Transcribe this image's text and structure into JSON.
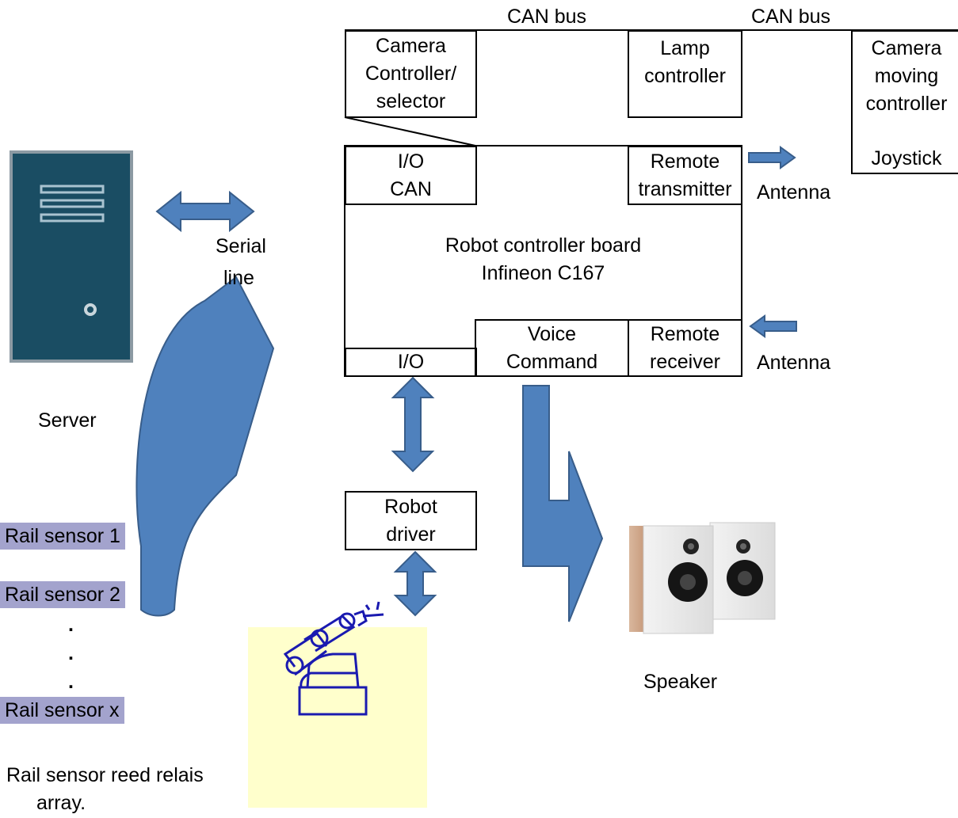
{
  "bus_labels": {
    "left": "CAN bus",
    "right": "CAN bus"
  },
  "can_modules": {
    "camera_controller": [
      "Camera",
      "Controller/",
      "selector"
    ],
    "lamp_controller": [
      "Lamp",
      "controller"
    ],
    "camera_moving_controller": [
      "Camera",
      "moving",
      "controller",
      "",
      "Joystick"
    ]
  },
  "board": {
    "title": [
      "Robot controller board",
      "Infineon C167"
    ],
    "io_can": [
      "I/O",
      "CAN"
    ],
    "remote_transmitter": [
      "Remote",
      "transmitter"
    ],
    "io": "I/O",
    "voice_command": [
      "Voice",
      "Command"
    ],
    "remote_receiver": [
      "Remote",
      "receiver"
    ]
  },
  "antenna_tx": "Antenna",
  "antenna_rx": "Antenna",
  "serial_line": [
    "Serial",
    "line"
  ],
  "server_label": "Server",
  "robot_driver": [
    "Robot",
    "driver"
  ],
  "speaker_label": "Speaker",
  "rail_sensors": [
    "Rail sensor 1",
    "Rail sensor 2",
    "Rail sensor x"
  ],
  "rail_dots": [
    ".",
    ".",
    "."
  ],
  "rail_array_label": [
    "Rail sensor reed relais",
    "array."
  ],
  "colors": {
    "arrow_fill": "#4f81bd",
    "arrow_stroke": "#385d8a",
    "server_body": "#1a4d63",
    "rail_highlight": "#a3a3cd",
    "robot_bg": "#ffffcc"
  },
  "icons": [
    "server-icon",
    "robot-arm-icon",
    "speaker-icon"
  ]
}
